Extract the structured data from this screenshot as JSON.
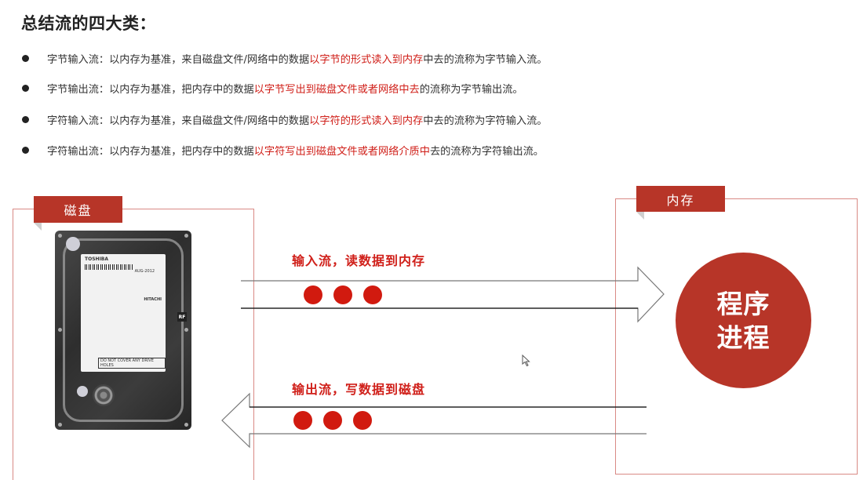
{
  "title": "总结流的四大类：",
  "bullets": [
    {
      "prefix": "字节输入流：以内存为基准，来自磁盘文件/网络中的数据",
      "highlight": "以字节的形式读入到内存",
      "suffix": "中去的流称为字节输入流。"
    },
    {
      "prefix": "字节输出流：以内存为基准，把内存中的数据",
      "highlight": "以字节写出到磁盘文件或者网络中去",
      "suffix": "的流称为字节输出流。"
    },
    {
      "prefix": "字符输入流：以内存为基准，来自磁盘文件/网络中的数据",
      "highlight": "以字符的形式读入到内存",
      "suffix": "中去的流称为字符输入流。"
    },
    {
      "prefix": "字符输出流：以内存为基准，把内存中的数据",
      "highlight": "以字符写出到磁盘文件或者网络介质中",
      "suffix": "去的流称为字符输出流。"
    }
  ],
  "diagram": {
    "disk_tag": "磁盘",
    "memory_tag": "内存",
    "input_flow_label": "输入流，读数据到内存",
    "output_flow_label": "输出流，写数据到磁盘",
    "process_line1": "程序",
    "process_line2": "进程",
    "hdd": {
      "brand": "TOSHIBA",
      "model_code": "AUG-2012",
      "maker": "HITACHI",
      "badge": "RF",
      "warning": "DO NOT COVER ANY DRIVE HOLES"
    }
  },
  "colors": {
    "accent_red": "#b73528",
    "highlight_red": "#d0201a",
    "dot_red": "#d11a0f",
    "box_border": "#d98a85"
  }
}
